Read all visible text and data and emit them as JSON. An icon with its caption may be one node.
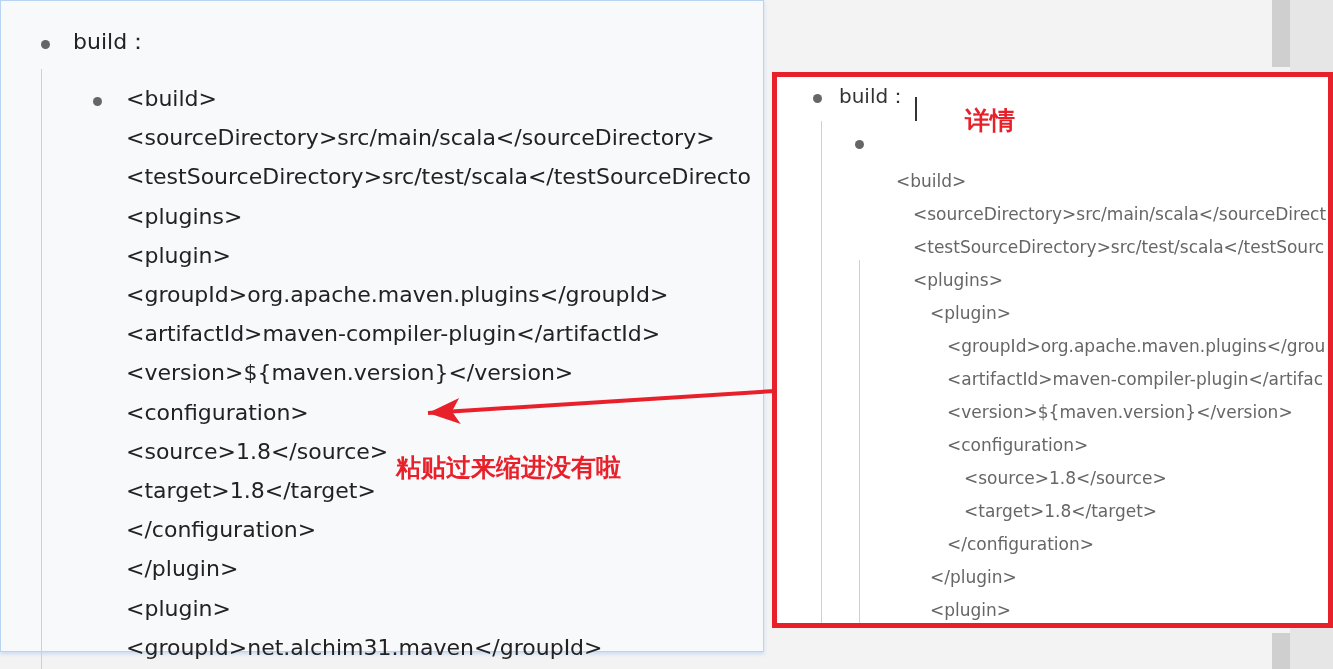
{
  "diagram": {
    "nodes": [
      {
        "text": [
          "build：",
          "<build>",
          "<sourceDirectory>src/main/scala</sourceDirectory>",
          "<testSourceDirectory>src/test/scala</testSourceDirecto",
          "<plugins>",
          "<plugin>",
          "<groupId>org.apache.maven.plugins</groupId>",
          "<artifactId>maven-compiler-plugin</artifactId>",
          "<version>${maven.version}</version>",
          "<configuration>",
          "<source>1.8</source>",
          "<target>1.8</target>",
          "</configuration>",
          "</plugin>",
          "<plugin>",
          "<groupId>net.alchim31.maven</groupId>"
        ]
      },
      {
        "text": [
          "build：",
          "<build>",
          "<sourceDirectory>src/main/scala</sourceDirect",
          "<testSourceDirectory>src/test/scala</testSourc",
          "<plugins>",
          "<plugin>",
          "<groupId>org.apache.maven.plugins</grou",
          "<artifactId>maven-compiler-plugin</artifac",
          "<version>${maven.version}</version>",
          "<configuration>",
          "<source>1.8</source>",
          "<target>1.8</target>",
          "</configuration>",
          "</plugin>",
          "<plugin>"
        ]
      }
    ],
    "edges": [
      {
        "from": 1,
        "to": 0,
        "arrow": "to",
        "color": "#e8202a"
      }
    ],
    "labels": [
      "详情",
      "粘贴过来缩进没有啦"
    ]
  }
}
